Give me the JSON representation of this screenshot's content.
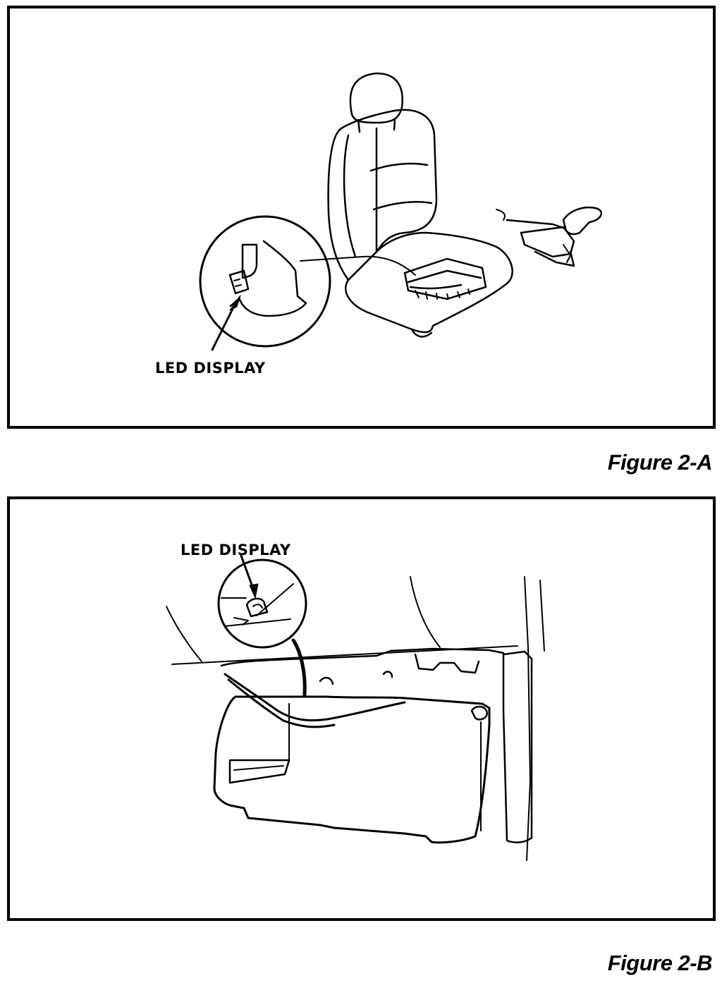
{
  "figure_a": {
    "callout": "LED DISPLAY",
    "caption": "Figure 2-A"
  },
  "figure_b": {
    "callout": "LED DISPLAY",
    "caption": "Figure 2-B"
  },
  "colors": {
    "ink": "#000000",
    "paper": "#ffffff"
  }
}
